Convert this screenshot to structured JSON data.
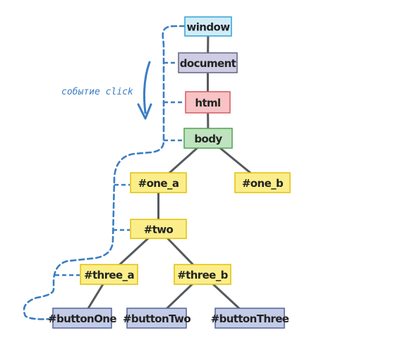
{
  "diagram": {
    "event_label": "событие click",
    "colors": {
      "window": {
        "fill": "#d2ecf7",
        "stroke": "#3aa8d8"
      },
      "document": {
        "fill": "#cfcde3",
        "stroke": "#6c6a8e"
      },
      "html": {
        "fill": "#f7c3c4",
        "stroke": "#d96268"
      },
      "body": {
        "fill": "#bfe2bf",
        "stroke": "#58a75a"
      },
      "yellow": {
        "fill": "#fbee8a",
        "stroke": "#e2c417"
      },
      "button": {
        "fill": "#c3cbe6",
        "stroke": "#5c6b9e"
      },
      "edge": "#555a60",
      "path": "#3a7dc4"
    },
    "nodes": [
      {
        "id": "window",
        "label": "window"
      },
      {
        "id": "document",
        "label": "document"
      },
      {
        "id": "html",
        "label": "html"
      },
      {
        "id": "body",
        "label": "body"
      },
      {
        "id": "one_a",
        "label": "#one_a"
      },
      {
        "id": "one_b",
        "label": "#one_b"
      },
      {
        "id": "two",
        "label": "#two"
      },
      {
        "id": "three_a",
        "label": "#three_a"
      },
      {
        "id": "three_b",
        "label": "#three_b"
      },
      {
        "id": "buttonOne",
        "label": "#buttonOne"
      },
      {
        "id": "buttonTwo",
        "label": "#buttonTwo"
      },
      {
        "id": "buttonThree",
        "label": "#buttonThree"
      }
    ],
    "edges": [
      [
        "window",
        "document"
      ],
      [
        "document",
        "html"
      ],
      [
        "html",
        "body"
      ],
      [
        "body",
        "one_a"
      ],
      [
        "body",
        "one_b"
      ],
      [
        "one_a",
        "two"
      ],
      [
        "two",
        "three_a"
      ],
      [
        "two",
        "three_b"
      ],
      [
        "three_a",
        "buttonOne"
      ],
      [
        "three_b",
        "buttonTwo"
      ],
      [
        "three_b",
        "buttonThree"
      ]
    ]
  }
}
